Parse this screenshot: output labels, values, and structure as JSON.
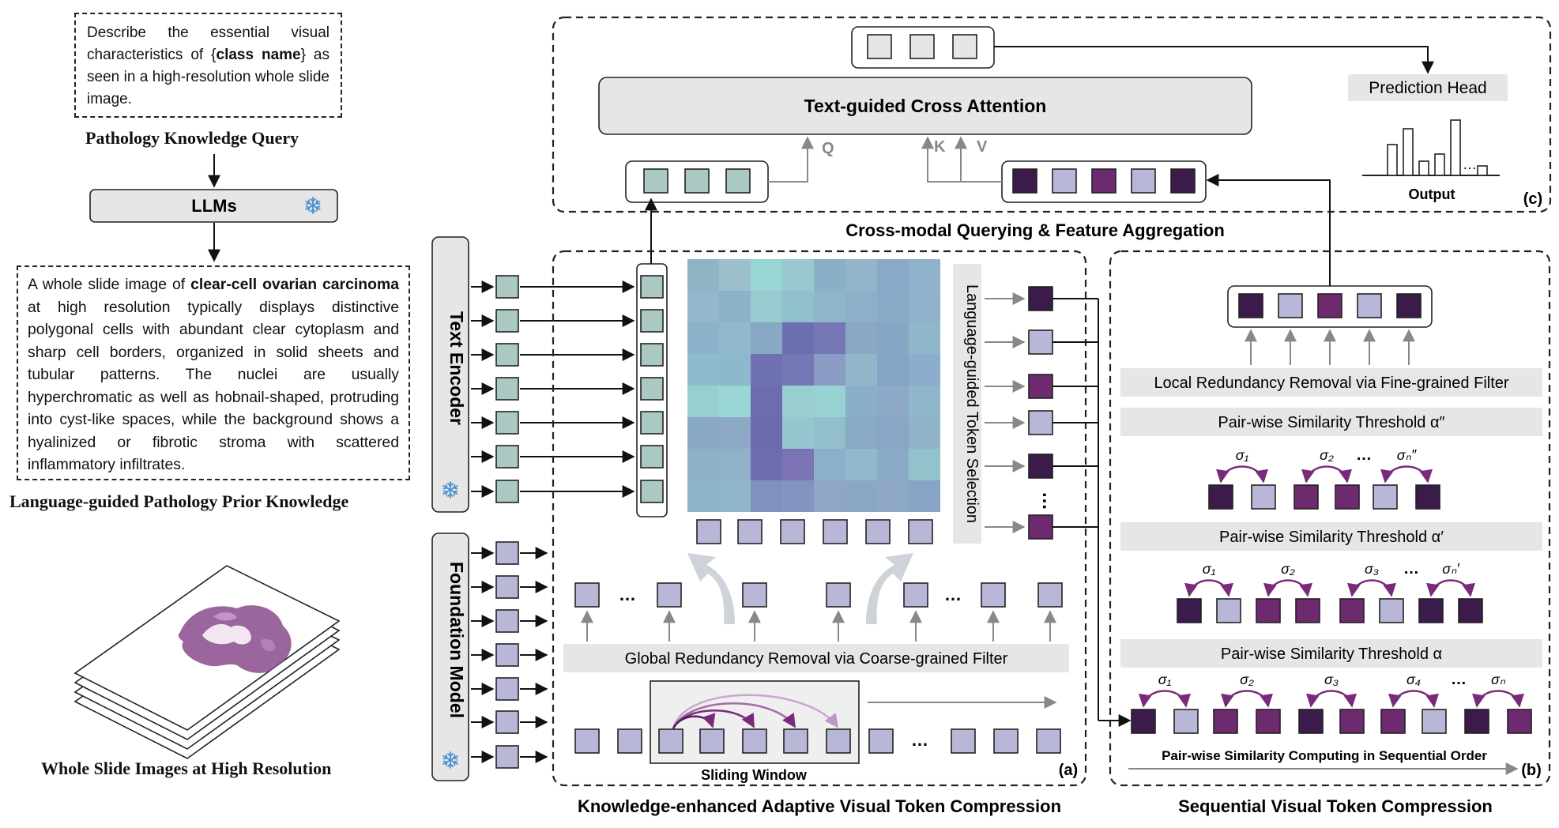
{
  "left": {
    "query_prompt": {
      "before": "Describe the essential visual characteristics of {",
      "class_name": "class name",
      "after": "} as seen in a high-resolution whole slide image."
    },
    "query_caption": "Pathology Knowledge Query",
    "llms_label": "LLMs",
    "knowledge_text": {
      "prefix": "A whole slide image of ",
      "bold": "clear-cell ovarian carcinoma",
      "body": " at high resolution typically displays distinctive polygonal cells with abundant clear cytoplasm and sharp cell borders, organized in solid sheets and tubular patterns. The nuclei are usually hyperchromatic as well as hobnail-shaped, protruding into cyst-like spaces, while the background shows a hyalinized or fibrotic stroma with scattered inflammatory infiltrates."
    },
    "knowledge_caption": "Language-guided Pathology Prior Knowledge",
    "wsi_caption": "Whole Slide Images at High Resolution"
  },
  "encoders": {
    "text_encoder": "Text Encoder",
    "foundation_model": "Foundation Model"
  },
  "panel_a": {
    "token_selection": "Language-guided Token Selection",
    "global_filter": "Global Redundancy Removal via Coarse-grained Filter",
    "sliding_window": "Sliding Window",
    "tag": "(a)",
    "caption": "Knowledge-enhanced Adaptive Visual Token Compression",
    "ellipsis": "…"
  },
  "panel_b": {
    "local_filter": "Local Redundancy Removal via Fine-grained Filter",
    "threshold_2": "Pair-wise Similarity Threshold α″",
    "threshold_1": "Pair-wise Similarity Threshold α′",
    "threshold_0": "Pair-wise Similarity Threshold α",
    "sequential": "Pair-wise Similarity Computing in Sequential Order",
    "tag": "(b)",
    "caption": "Sequential Visual Token Compression",
    "sigma_row_2": [
      "σ₁",
      "σ₂",
      "σₙ″"
    ],
    "sigma_row_1": [
      "σ₁",
      "σ₂",
      "σ₃",
      "σₙ′"
    ],
    "sigma_row_0": [
      "σ₁",
      "σ₂",
      "σ₃",
      "σ₄",
      "σₙ"
    ],
    "ellipsis": "…"
  },
  "panel_c": {
    "cross_attention": "Text-guided Cross Attention",
    "q": "Q",
    "k": "K",
    "v": "V",
    "prediction_head": "Prediction Head",
    "output": "Output",
    "tag": "(c)",
    "caption": "Cross-modal Querying & Feature Aggregation",
    "ellipsis": "…"
  },
  "colors": {
    "text_token": "#a9c9c2",
    "visual_token": "#b9b7d8",
    "dark_token": "#3a1b4a",
    "mid_token": "#6e2a6e",
    "panel_gray": "#e6e6e6",
    "arrow_gray": "#888888",
    "sigma_purple": "#7a2a7a"
  },
  "icons": {
    "frozen": "snowflake-icon"
  }
}
